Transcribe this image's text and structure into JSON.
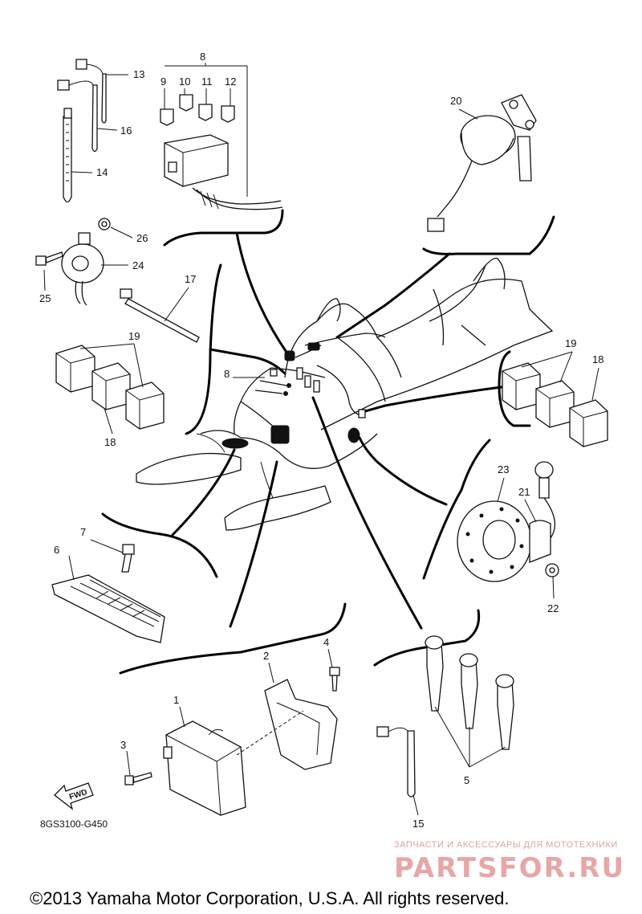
{
  "callouts": {
    "c1": "1",
    "c2": "2",
    "c3": "3",
    "c4": "4",
    "c5": "5",
    "c6": "6",
    "c7": "7",
    "c8_top": "8",
    "c8_mid": "8",
    "c9": "9",
    "c10": "10",
    "c11": "11",
    "c12": "12",
    "c13": "13",
    "c14": "14",
    "c15": "15",
    "c16": "16",
    "c17": "17",
    "c18_left": "18",
    "c18_right": "18",
    "c19_left": "19",
    "c19_right": "19",
    "c20": "20",
    "c21": "21",
    "c22": "22",
    "c23": "23",
    "c24": "24",
    "c25": "25",
    "c26": "26"
  },
  "figure_code": "8GS3100-G450",
  "fwd_label": "FWD",
  "watermark": {
    "tagline": "ЗАПЧАСТИ И АКСЕССУАРЫ ДЛЯ МОТОТЕХНИКИ",
    "brand": "PARTSFOR.RU"
  },
  "copyright": "©2013 Yamaha Motor Corporation, U.S.A. All rights reserved."
}
